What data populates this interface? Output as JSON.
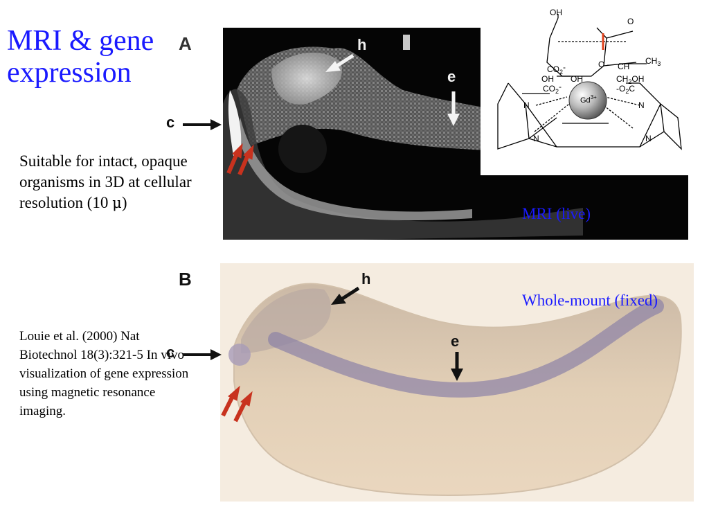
{
  "slide": {
    "title": "MRI & gene expression",
    "description": "Suitable for intact, opaque organisms in 3D at cellular resolution (10 ",
    "mu_symbol": "μ",
    "description_end": ")",
    "citation": "Louie et al. (2000) Nat Biotechnol 18(3):321-5 In vivo visualization of gene expression using magnetic resonance imaging."
  },
  "figure": {
    "panel_a_label": "A",
    "panel_b_label": "B",
    "label_h": "h",
    "label_e": "e",
    "label_c": "c",
    "caption_mri": "MRI (live)",
    "caption_wholemount": "Whole-mount (fixed)"
  },
  "chemistry": {
    "oh_top": "OH",
    "o_ring": "O",
    "o_minus": "O -",
    "ch": "CH",
    "ch3": "CH",
    "ch3_sub": "3",
    "co2_upper": "CO",
    "oh_mid": "OH",
    "co2_left": "CO",
    "ch2oh": "CH",
    "ch2oh_tail": "OH",
    "o2c": "-O",
    "o2c_tail": "C",
    "gd": "Gd",
    "gd_charge": "3+",
    "n": "N"
  },
  "colors": {
    "title_blue": "#1a1aff",
    "arrow_red": "#c8321e",
    "bond_red": "#e0401a"
  }
}
